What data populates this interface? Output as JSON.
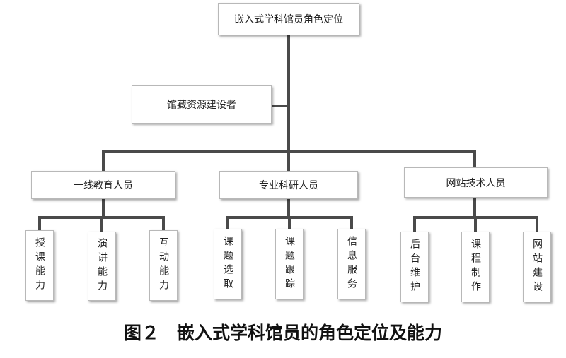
{
  "root": "嵌入式学科馆员角色定位",
  "side_node": "馆藏资源建设者",
  "groups": [
    {
      "label": "一线教育人员",
      "children": [
        "授课能力",
        "演讲能力",
        "互动能力"
      ]
    },
    {
      "label": "专业科研人员",
      "children": [
        "课题选取",
        "课题跟踪",
        "信息服务"
      ]
    },
    {
      "label": "网站技术人员",
      "children": [
        "后台维护",
        "课程制作",
        "网站建设"
      ]
    }
  ],
  "caption": "图２　嵌入式学科馆员的角色定位及能力"
}
